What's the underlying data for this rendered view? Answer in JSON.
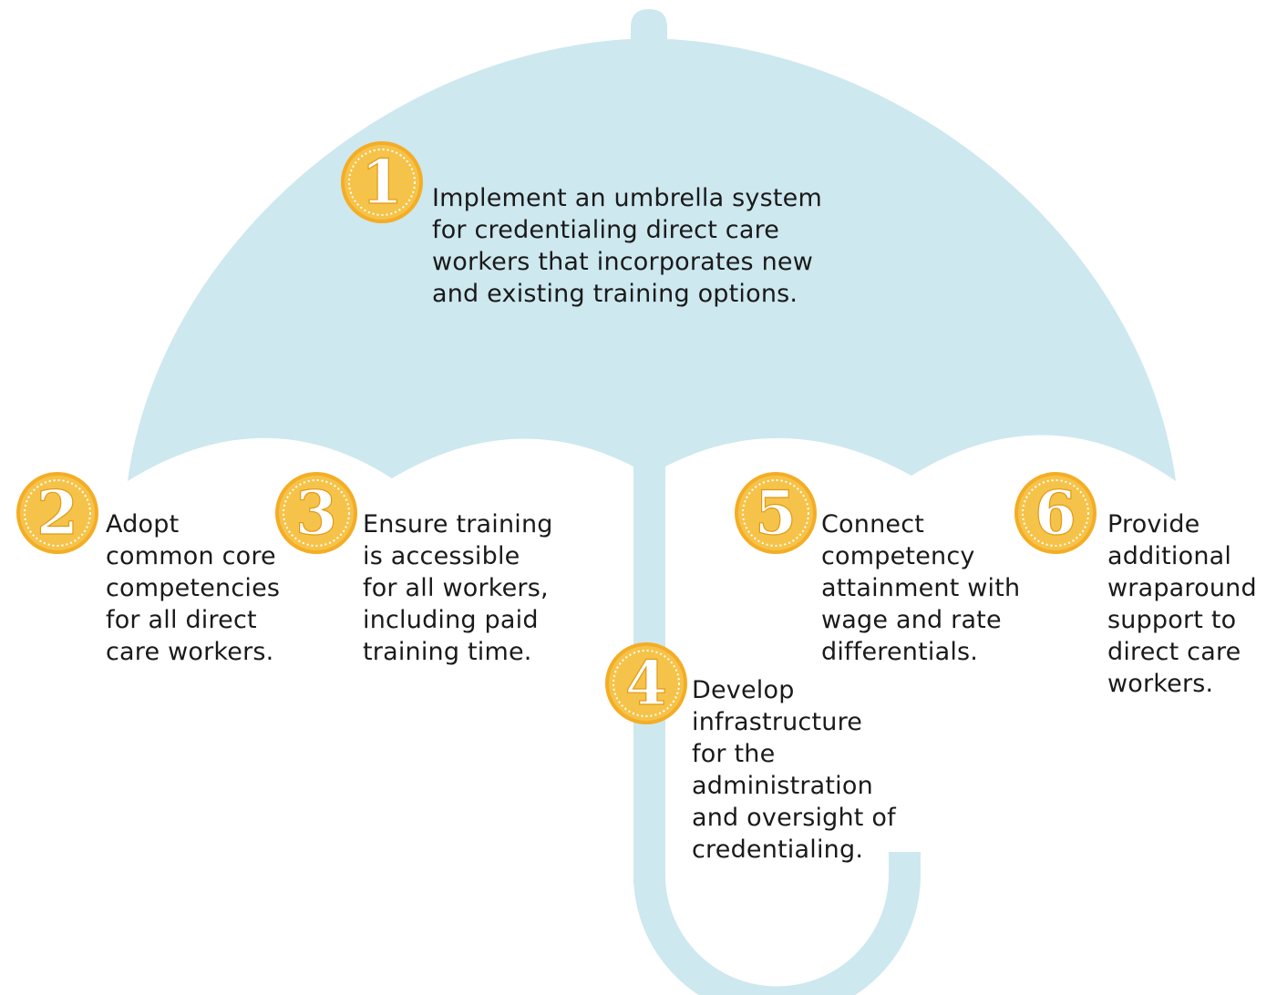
{
  "colors": {
    "umbrella": "#cde8ef",
    "badge_fill": "#f6c34a",
    "badge_ring": "#f4ad25",
    "badge_outline": "#ffffff",
    "text": "#1a1a1a"
  },
  "steps": [
    {
      "number": "1",
      "lines": [
        "Implement an umbrella system",
        "for credentialing direct care",
        "workers that incorporates new",
        "and existing training options."
      ]
    },
    {
      "number": "2",
      "lines": [
        "Adopt",
        "common core",
        "competencies",
        "for all direct",
        "care workers."
      ]
    },
    {
      "number": "3",
      "lines": [
        "Ensure training",
        "is accessible",
        "for all workers,",
        "including paid",
        "training time."
      ]
    },
    {
      "number": "4",
      "lines": [
        "Develop",
        "infrastructure",
        "for the",
        "administration",
        "and oversight of",
        "credentialing."
      ]
    },
    {
      "number": "5",
      "lines": [
        "Connect",
        "competency",
        "attainment with",
        "wage and rate",
        "differentials."
      ]
    },
    {
      "number": "6",
      "lines": [
        "Provide",
        "additional",
        "wraparound",
        "support to",
        "direct care",
        "workers."
      ]
    }
  ]
}
